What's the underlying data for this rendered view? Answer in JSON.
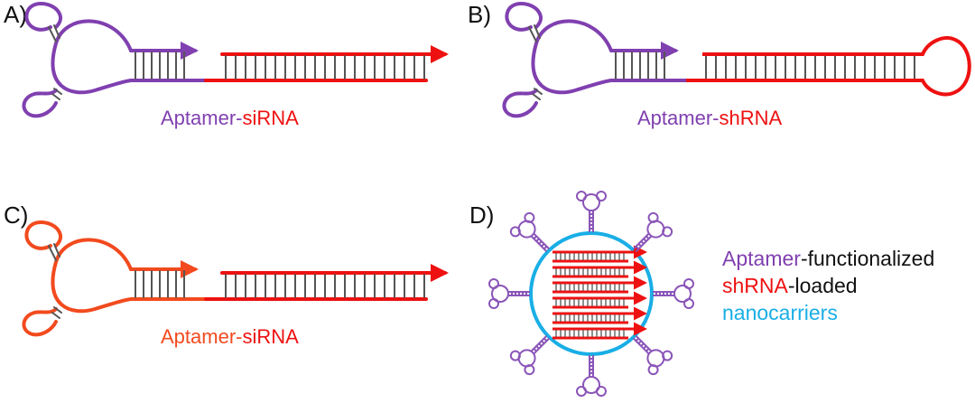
{
  "panels": {
    "a": {
      "label": "A)",
      "caption_part1": "Aptamer",
      "caption_sep": "-",
      "caption_part2": "siRNA"
    },
    "b": {
      "label": "B)",
      "caption_part1": "Aptamer",
      "caption_sep": "-",
      "caption_part2": "shRNA"
    },
    "c": {
      "label": "C)",
      "caption_part1": "Aptamer",
      "caption_sep": "-",
      "caption_part2": "siRNA"
    },
    "d": {
      "label": "D)"
    }
  },
  "legend": {
    "line1_colored": "Aptamer",
    "line1_rest": "-functionalized",
    "line2_colored": "shRNA",
    "line2_rest": "-loaded",
    "line3": "nanocarriers"
  },
  "colors": {
    "aptamer_purple": "#8040b0",
    "rna_red": "#ee1111",
    "panel_c_orange": "#f24a1e",
    "nanocarrier_cyan": "#19aee6",
    "rung_gray": "#555555",
    "text_black": "#111111"
  }
}
